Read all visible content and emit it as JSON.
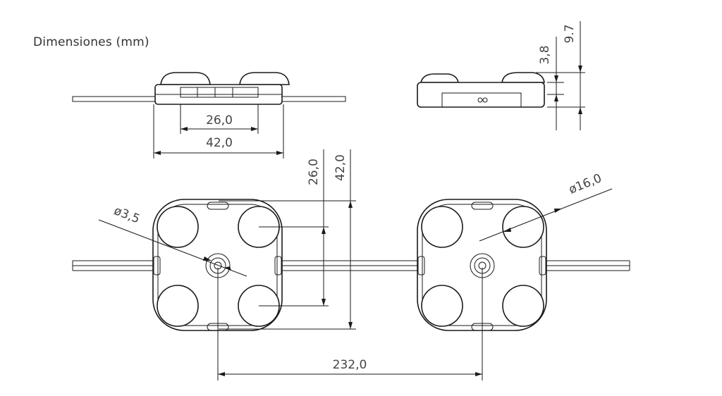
{
  "heading": "Dimensiones (mm)",
  "dimensions": {
    "inner_width": "26,0",
    "outer_width": "42,0",
    "led_height": "3,8",
    "total_height": "9.7",
    "inner_side": "26,0",
    "outer_side": "42,0",
    "hole_diameter": "ø3,5",
    "lens_diameter": "ø16,0",
    "pitch": "232,0"
  },
  "colors": {
    "line": "#1a1a1a",
    "text": "#444444",
    "heading": "#333333"
  }
}
